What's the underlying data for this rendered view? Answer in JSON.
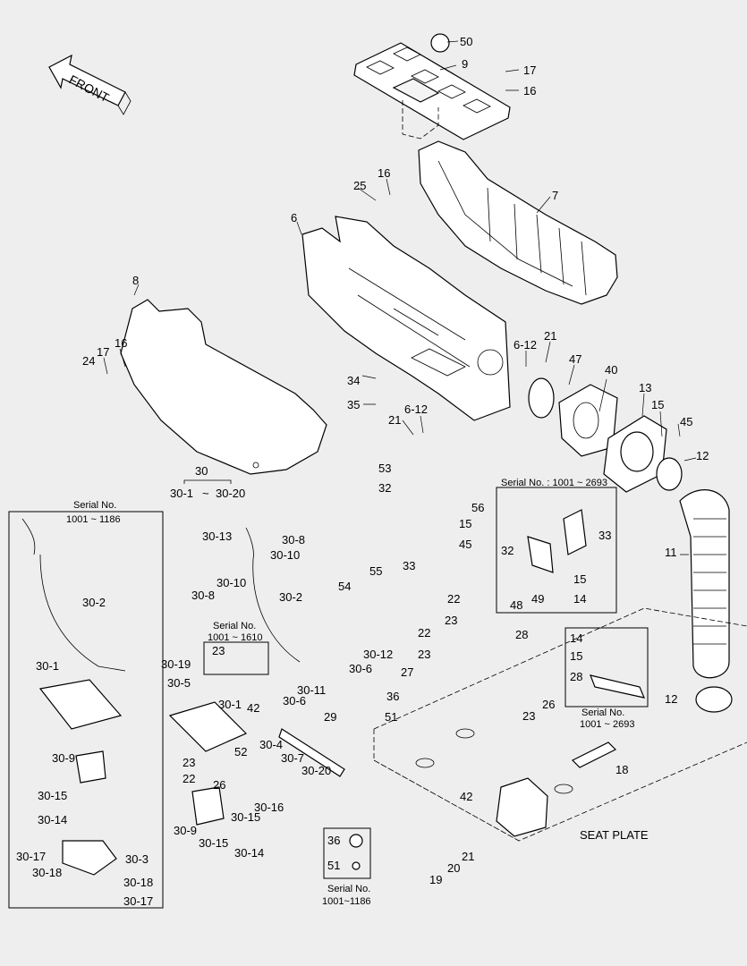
{
  "direction_label": "FRONT",
  "seat_plate_label": "SEAT PLATE",
  "group_header": {
    "top": "30",
    "bottom_left": "30-1",
    "tilde": "~",
    "bottom_right": "30-20"
  },
  "serial_boxes": {
    "left_title_line1": "Serial No.",
    "left_title_line2": "1001 ~ 1186",
    "mid_title_line1": "Serial No.",
    "mid_title_line2": "1001 ~ 1610",
    "right_top_title": "Serial No. : 1001 ~ 2693",
    "right_mid_title_line1": "Serial No.",
    "right_mid_title_line2": "1001 ~ 2693",
    "bottom_title_line1": "Serial No.",
    "bottom_title_line2": "1001~1186"
  },
  "callouts": {
    "p50": "50",
    "p9": "9",
    "p17a": "17",
    "p16a": "16",
    "p25": "25",
    "p16b": "16",
    "p7": "7",
    "p6": "6",
    "p8": "8",
    "p24": "24",
    "p17b": "17",
    "p16c": "16",
    "p612a": "6-12",
    "p21a": "21",
    "p47": "47",
    "p40": "40",
    "p13": "13",
    "p15a": "15",
    "p45a": "45",
    "p12a": "12",
    "p34": "34",
    "p35": "35",
    "p21b": "21",
    "p612b": "6-12",
    "p53": "53",
    "p32a": "32",
    "p56": "56",
    "p15b": "15",
    "p45b": "45",
    "p33a": "33",
    "p55": "55",
    "p54": "54",
    "p11": "11",
    "p32b": "32",
    "p33b": "33",
    "p15c": "15",
    "p48": "48",
    "p49": "49",
    "p14a": "14",
    "p22a": "22",
    "p23a": "23",
    "p22b": "22",
    "p23b": "23",
    "p28a": "28",
    "p27": "27",
    "p36a": "36",
    "p51a": "51",
    "p14b": "14",
    "p15d": "15",
    "p28b": "28",
    "p26a": "26",
    "p23c": "23",
    "p12b": "12",
    "p18": "18",
    "p42a": "42",
    "p21c": "21",
    "p20": "20",
    "p19": "19",
    "p36b": "36",
    "p51b": "51",
    "l30_2": "30-2",
    "l30_1": "30-1",
    "l30_9": "30-9",
    "l30_15": "30-15",
    "l30_14": "30-14",
    "l30_17a": "30-17",
    "l30_18a": "30-18",
    "l30_3": "30-3",
    "l30_18b": "30-18",
    "l30_17b": "30-17",
    "m30_13": "30-13",
    "m30_8a": "30-8",
    "m30_10a": "30-10",
    "m30_8b": "30-8",
    "m30_10b": "30-10",
    "m30_2": "30-2",
    "m30_19": "30-19",
    "m23": "23",
    "m30_5": "30-5",
    "m30_11": "30-11",
    "m30_6a": "30-6",
    "m30_12": "30-12",
    "m30_6b": "30-6",
    "m30_1": "30-1",
    "m42": "42",
    "m29": "29",
    "m23b": "23",
    "m22": "22",
    "m26": "26",
    "m52": "52",
    "m30_4": "30-4",
    "m30_7": "30-7",
    "m30_20": "30-20",
    "m30_16": "30-16",
    "m30_9": "30-9",
    "m30_15a": "30-15",
    "m30_15b": "30-15",
    "m30_14": "30-14"
  }
}
